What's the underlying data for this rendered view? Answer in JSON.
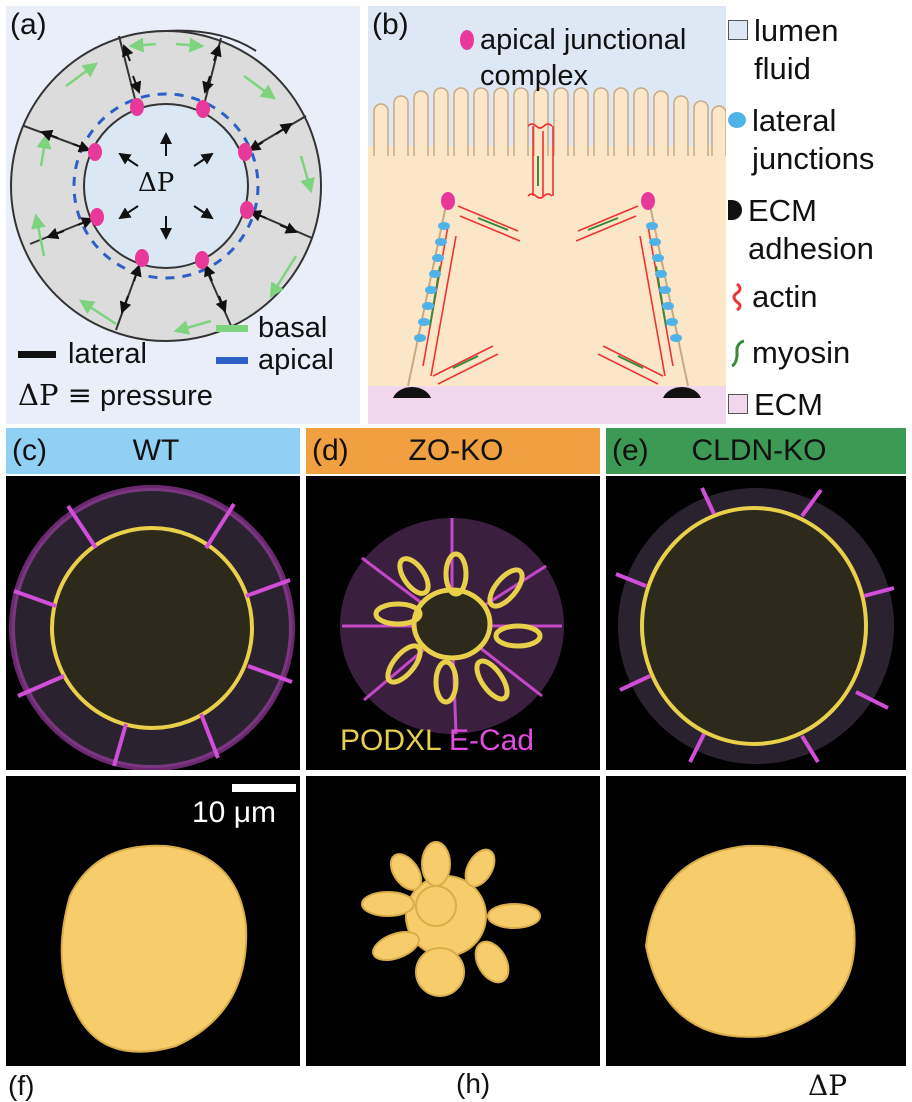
{
  "panel_a": {
    "label": "(a)",
    "delta_p": "ΔP",
    "legend": {
      "basal": "basal",
      "apical": "apical",
      "lateral": "lateral"
    },
    "pressure_def_symbol": "ΔP ≡",
    "pressure_def_text": "pressure",
    "colors": {
      "basal": "#7ed37e",
      "apical": "#2e5fc7",
      "lateral": "#111111",
      "junction": "#e8399a"
    }
  },
  "panel_b": {
    "label": "(b)",
    "ajc_line1": "apical junctional",
    "ajc_line2": "complex",
    "legend": [
      {
        "icon": "lumen-swatch-icon",
        "line1": "lumen",
        "line2": "fluid"
      },
      {
        "icon": "lateral-junction-icon",
        "line1": "lateral",
        "line2": "junctions"
      },
      {
        "icon": "ecm-adhesion-icon",
        "line1": "ECM",
        "line2": "adhesion"
      },
      {
        "icon": "actin-icon",
        "line1": "actin",
        "line2": ""
      },
      {
        "icon": "myosin-icon",
        "line1": "myosin",
        "line2": ""
      },
      {
        "icon": "ecm-swatch-icon",
        "line1": "ECM",
        "line2": ""
      }
    ]
  },
  "panels_cde": [
    {
      "label": "(c)",
      "name": "WT",
      "color": "#8fd0f3"
    },
    {
      "label": "(d)",
      "name": "ZO-KO",
      "color": "#f0a040"
    },
    {
      "label": "(e)",
      "name": "CLDN-KO",
      "color": "#3d9a55"
    }
  ],
  "stain_labels": {
    "podxl": "PODXL",
    "ecad": "E-Cad"
  },
  "scale_bar": "10 μm",
  "bottom_labels": {
    "f": "(f)",
    "h": "(h)",
    "dp": "ΔP"
  }
}
